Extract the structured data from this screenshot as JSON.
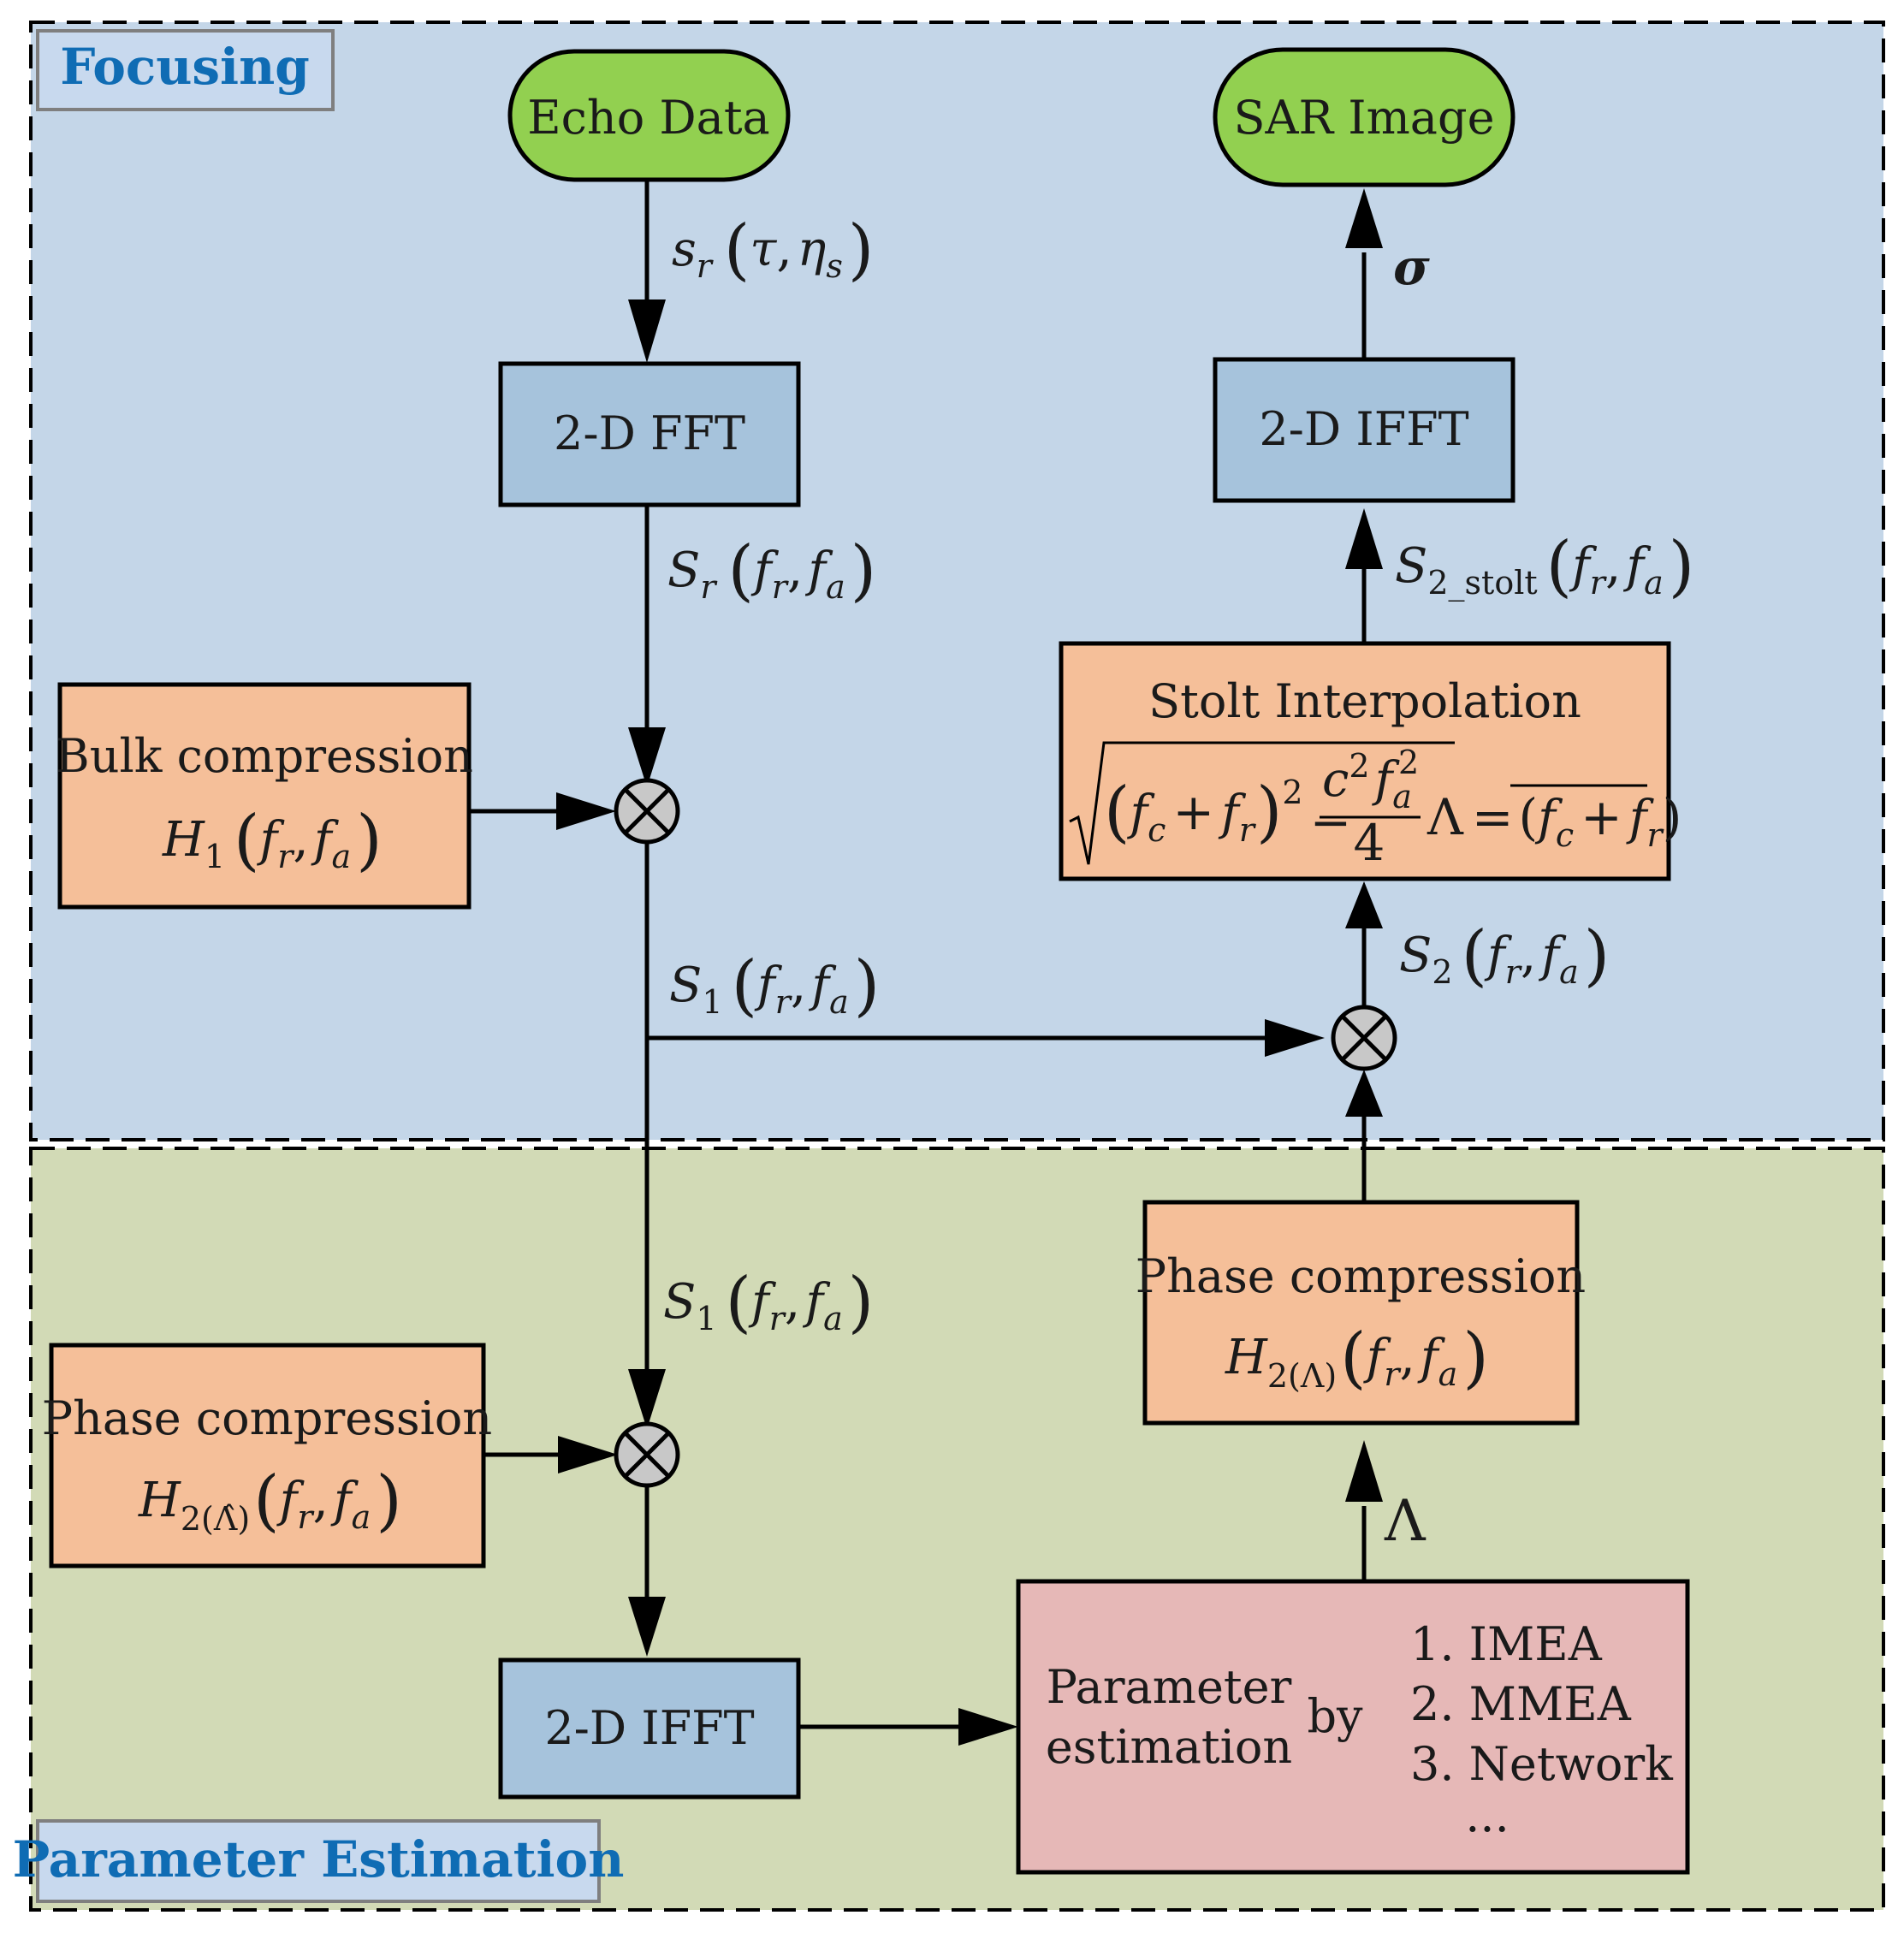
{
  "regions": {
    "focusing": {
      "label": "Focusing",
      "fill": "#c4d6e8"
    },
    "estimation": {
      "label": "Parameter Estimation",
      "fill": "#d2dab6"
    }
  },
  "nodes": {
    "echo_data": {
      "label": "Echo Data",
      "fill": "#92d050"
    },
    "sar_image": {
      "label": "SAR Image",
      "fill": "#92d050"
    },
    "fft_2d": {
      "label": "2-D FFT",
      "fill": "#a6c3dc"
    },
    "ifft_2d_top": {
      "label": "2-D IFFT",
      "fill": "#a6c3dc"
    },
    "ifft_2d_bottom": {
      "label": "2-D IFFT",
      "fill": "#a6c3dc"
    },
    "bulk_compression": {
      "label": "Bulk compression",
      "fill": "#f5bf99"
    },
    "stolt": {
      "label": "Stolt Interpolation",
      "fill": "#f5bf99"
    },
    "phase_comp_left": {
      "label": "Phase compression",
      "fill": "#f5bf99"
    },
    "phase_comp_right": {
      "label": "Phase compression",
      "fill": "#f5bf99"
    },
    "param_est": {
      "label_line1": "Parameter",
      "label_line2": "estimation",
      "by": "by",
      "methods": [
        "1. IMEA",
        "2. MMEA",
        "3. Network",
        "..."
      ],
      "fill": "#e6b8b7"
    }
  },
  "symbols": {
    "s": "s",
    "S": "S",
    "H": "H",
    "f": "f",
    "r": "r",
    "a": "a",
    "c": "c",
    "s_sub": "s",
    "tau": "τ",
    "eta": "η",
    "comma": ",",
    "one": "1",
    "two": "2",
    "four": "4",
    "stolt_sub": "2_stolt",
    "lambda": "Λ",
    "lambda_hat": "Λ̂",
    "sigma": "σ",
    "plus": "+",
    "minus": "−",
    "equals": "=",
    "lparen": "(",
    "rparen": ")",
    "multiply": "⊗"
  },
  "colors": {
    "line": "#000000",
    "multiplier_fill": "#c8c8c8",
    "label_box_fill": "#c8d9ee",
    "label_box_stroke": "#7f7f7f"
  }
}
